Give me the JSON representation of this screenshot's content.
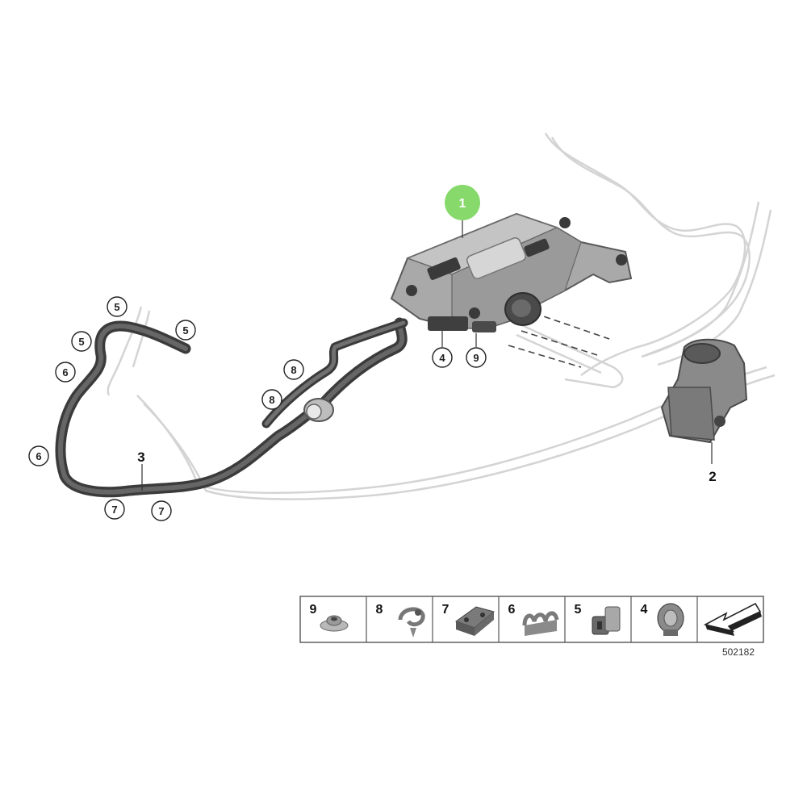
{
  "diagram": {
    "main_callout": "1",
    "part_labels": {
      "hose": "3",
      "sensor": "2",
      "clip_lower": "4",
      "nut_lower": "9"
    },
    "callouts": {
      "c5_top": "5",
      "c5_left": "5",
      "c5_right": "5",
      "c6_upper": "6",
      "c6_lower": "6",
      "c7_left": "7",
      "c7_right": "7",
      "c8_upper": "8",
      "c8_lower": "8"
    },
    "legend": [
      {
        "num": "9",
        "icon": "nut-icon"
      },
      {
        "num": "8",
        "icon": "hose-clip-icon"
      },
      {
        "num": "7",
        "icon": "double-clip-icon"
      },
      {
        "num": "6",
        "icon": "clamp-icon"
      },
      {
        "num": "5",
        "icon": "bracket-clip-icon"
      },
      {
        "num": "4",
        "icon": "grommet-icon"
      },
      {
        "num": "",
        "icon": "arrow-icon"
      }
    ],
    "diagram_code": "502182",
    "colors": {
      "callout_highlight": "#86d96a",
      "part_dark": "#4f4f4f",
      "outline": "#d0d0d0"
    }
  }
}
